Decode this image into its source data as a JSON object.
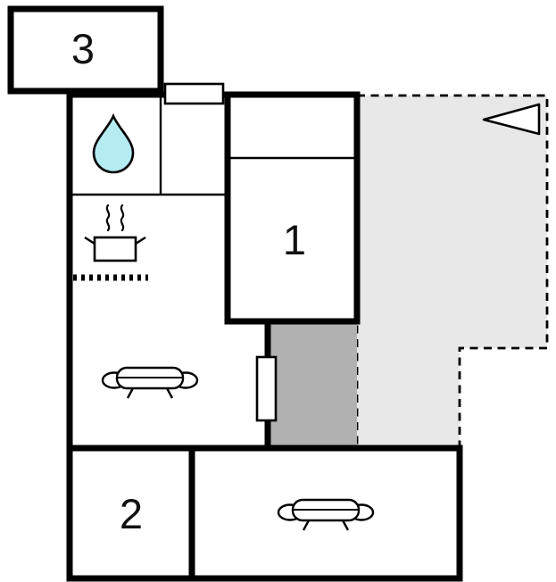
{
  "floorplan": {
    "room_labels": {
      "bedroom": "1",
      "lower_left_room": "2",
      "upper_left_room": "3"
    },
    "colors": {
      "wall": "#000000",
      "terrace_fill": "#e8e8e8",
      "covered_area_fill": "#b1b1b1",
      "water_drop_fill": "#b4ecf2",
      "background": "#ffffff"
    },
    "icons": [
      "water-drop-icon",
      "stove-pot-icon",
      "bed-icon",
      "sofa-icon",
      "sofa-icon",
      "window-icon",
      "door-icon",
      "direction-arrow-icon"
    ]
  }
}
